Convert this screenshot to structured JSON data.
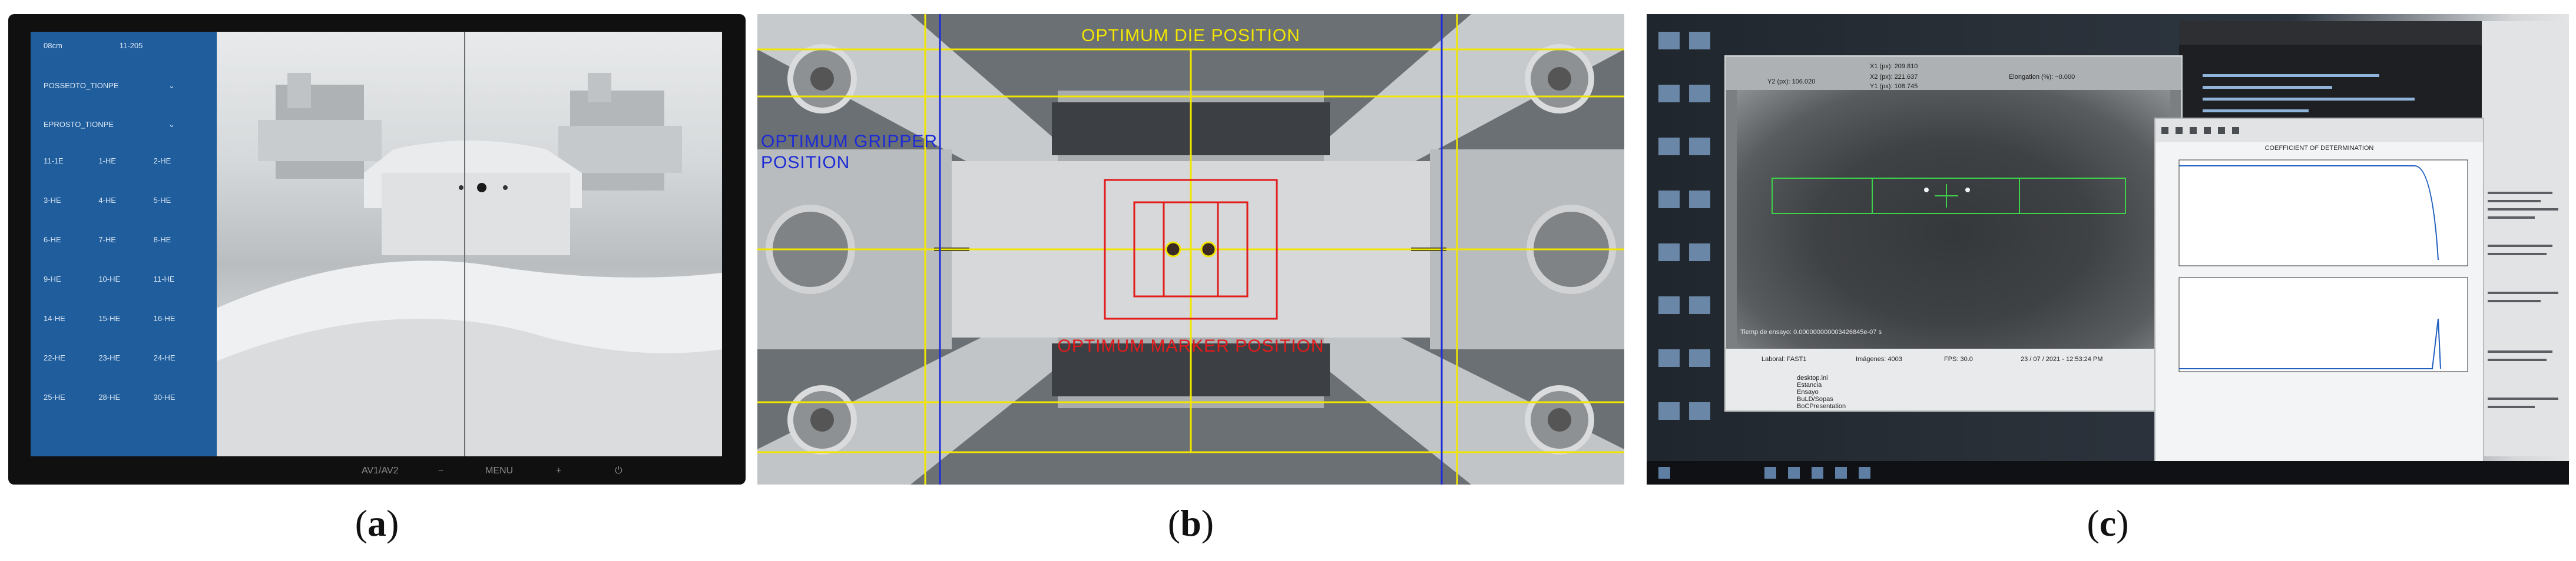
{
  "captions": {
    "a": "a",
    "b": "b",
    "c": "c"
  },
  "panel_a": {
    "menu_header": [
      "08cm",
      "11-205"
    ],
    "menu_rows": [
      "POSSEDTO_TIONPE",
      "EPROSTO_TIONPE"
    ],
    "menu_grid": [
      "11-1E",
      "1-HE",
      "2-HE",
      "3-HE",
      "4-HE",
      "5-HE",
      "6-HE",
      "7-HE",
      "8-HE",
      "9-HE",
      "10-HE",
      "11-HE",
      "14-HE",
      "15-HE",
      "16-HE",
      "22-HE",
      "23-HE",
      "24-HE",
      "25-HE",
      "28-HE",
      "30-HE"
    ],
    "monitor_buttons": [
      "AV1/AV2",
      "MENU"
    ]
  },
  "panel_b": {
    "die_label": "OPTIMUM DIE POSITION",
    "gripper_label_line1": "OPTIMUM GRIPPER",
    "gripper_label_line2": "POSITION",
    "marker_label": "OPTIMUM MARKER POSITION",
    "colors": {
      "die": "#f2e600",
      "gripper": "#1c2bd6",
      "marker": "#e21b1b"
    }
  },
  "panel_c": {
    "readouts": [
      "X1 (px): 209.810",
      "X2 (px): 221.637",
      "Y2 (px): 106.020",
      "Y1 (px): 108.745",
      "Elongation (%): ~0.000"
    ],
    "time_label": "Tiemp de ensayo: 0.000000000003426845e-07 s",
    "status_bar": [
      "Laboral: FAST1",
      "Imágenes: 4003",
      "FPS: 30.0",
      "23 / 07 / 2021 - 12:53:24 PM"
    ],
    "plot_title": "COEFFICIENT OF DETERMINATION",
    "files": [
      "desktop.ini",
      "Estancia",
      "Ensayo",
      "BuLD/Sopas",
      "BoCPresentation"
    ]
  }
}
